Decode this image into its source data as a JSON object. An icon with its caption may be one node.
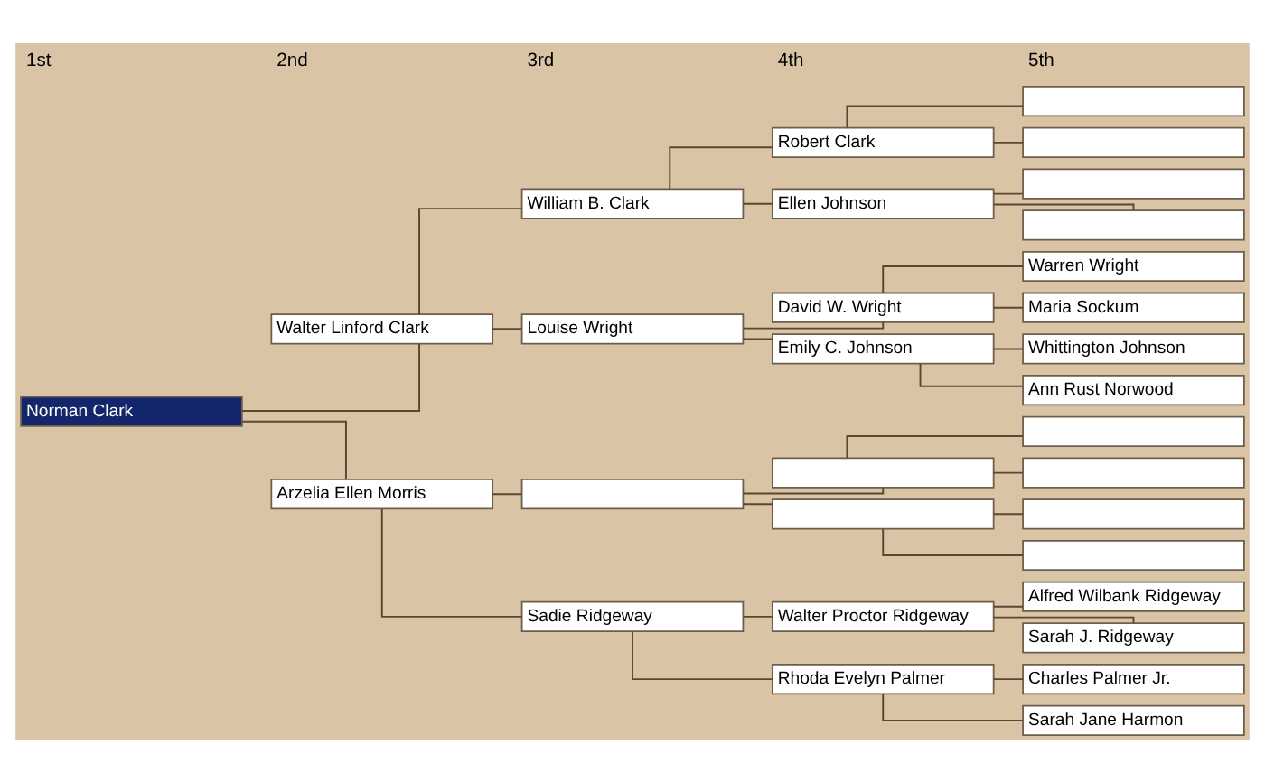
{
  "diagram": {
    "nodes": [
      {
        "text": [
          "Norman Clark"
        ]
      },
      {
        "text": [
          "Walter Linford Clark"
        ]
      },
      {
        "text": [
          "Arzelia Ellen Morris"
        ]
      },
      {
        "text": [
          "William B. Clark"
        ]
      },
      {
        "text": [
          "Louise Wright"
        ]
      },
      {
        "text": [],
        "shape": "box"
      },
      {
        "text": [
          "Sadie Ridgeway"
        ]
      },
      {
        "text": [
          "Robert Clark"
        ]
      },
      {
        "text": [
          "Ellen Johnson"
        ]
      },
      {
        "text": [
          "David W. Wright"
        ]
      },
      {
        "text": [
          "Emily C. Johnson"
        ]
      },
      {
        "text": [],
        "shape": "box"
      },
      {
        "text": [],
        "shape": "box"
      },
      {
        "text": [
          "Walter Proctor Ridgeway"
        ]
      },
      {
        "text": [
          "Rhoda Evelyn Palmer"
        ]
      },
      {
        "text": [],
        "shape": "box"
      },
      {
        "text": [],
        "shape": "box"
      },
      {
        "text": [],
        "shape": "box"
      },
      {
        "text": [],
        "shape": "box"
      },
      {
        "text": [
          "Warren Wright"
        ]
      },
      {
        "text": [
          "Maria Sockum"
        ]
      },
      {
        "text": [
          "Whittington Johnson"
        ]
      },
      {
        "text": [
          "Ann Rust Norwood"
        ]
      },
      {
        "text": [],
        "shape": "box"
      },
      {
        "text": [],
        "shape": "box"
      },
      {
        "text": [],
        "shape": "box"
      },
      {
        "text": [],
        "shape": "box"
      },
      {
        "text": [
          "Alfred Wilbank Ridgeway"
        ]
      },
      {
        "text": [
          "Sarah J. Ridgeway"
        ]
      },
      {
        "text": [
          "Charles Palmer Jr."
        ]
      },
      {
        "text": [
          "Sarah Jane Harmon"
        ]
      }
    ],
    "edges": [
      {
        "from": 0,
        "to": 1,
        "arrow": "none"
      },
      {
        "from": 0,
        "to": 2,
        "arrow": "none"
      },
      {
        "from": 1,
        "to": 3,
        "arrow": "none"
      },
      {
        "from": 1,
        "to": 4,
        "arrow": "none"
      },
      {
        "from": 2,
        "to": 5,
        "arrow": "none"
      },
      {
        "from": 2,
        "to": 6,
        "arrow": "none"
      },
      {
        "from": 3,
        "to": 7,
        "arrow": "none"
      },
      {
        "from": 3,
        "to": 8,
        "arrow": "none"
      },
      {
        "from": 4,
        "to": 9,
        "arrow": "none"
      },
      {
        "from": 4,
        "to": 10,
        "arrow": "none"
      },
      {
        "from": 5,
        "to": 11,
        "arrow": "none"
      },
      {
        "from": 5,
        "to": 12,
        "arrow": "none"
      },
      {
        "from": 6,
        "to": 13,
        "arrow": "none"
      },
      {
        "from": 6,
        "to": 14,
        "arrow": "none"
      },
      {
        "from": 7,
        "to": 15,
        "arrow": "none"
      },
      {
        "from": 7,
        "to": 16,
        "arrow": "none"
      },
      {
        "from": 8,
        "to": 17,
        "arrow": "none"
      },
      {
        "from": 8,
        "to": 18,
        "arrow": "none"
      },
      {
        "from": 9,
        "to": 19,
        "arrow": "none"
      },
      {
        "from": 9,
        "to": 20,
        "arrow": "none"
      },
      {
        "from": 10,
        "to": 21,
        "arrow": "none"
      },
      {
        "from": 10,
        "to": 22,
        "arrow": "none"
      },
      {
        "from": 11,
        "to": 23,
        "arrow": "none"
      },
      {
        "from": 11,
        "to": 24,
        "arrow": "none"
      },
      {
        "from": 12,
        "to": 25,
        "arrow": "none"
      },
      {
        "from": 12,
        "to": 26,
        "arrow": "none"
      },
      {
        "from": 13,
        "to": 27,
        "arrow": "none"
      },
      {
        "from": 13,
        "to": 28,
        "arrow": "none"
      },
      {
        "from": 14,
        "to": 29,
        "arrow": "none"
      },
      {
        "from": 14,
        "to": 30,
        "arrow": "none"
      }
    ],
    "labels": [
      "1st",
      "2nd",
      "3rd",
      "4th",
      "5th"
    ]
  }
}
